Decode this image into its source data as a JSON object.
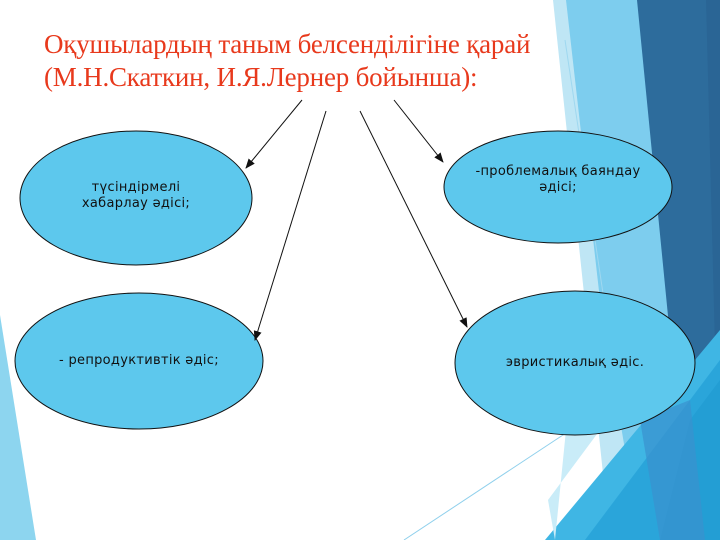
{
  "slide": {
    "title_line1": "Оқушылардың таным белсенділігіне қарай",
    "title_line2": "(М.Н.Скаткин, И.Я.Лернер бойынша):",
    "colors": {
      "title": "#e8391c",
      "ellipse_fill": "#5dc8ed",
      "ellipse_stroke": "#111111",
      "accent_light": "#7dcdee",
      "accent_dark": "#2d6c9c",
      "accent_mid": "#2aa5da"
    }
  },
  "diagram": {
    "nodes": [
      {
        "id": "top-left",
        "line1": "түсіндірмелі",
        "line2": "хабарлау әдісі;"
      },
      {
        "id": "top-right",
        "line1": "-проблемалық баяндау",
        "line2": "әдісі;"
      },
      {
        "id": "bottom-left",
        "line1": "- репродуктивтік әдіс;"
      },
      {
        "id": "bottom-right",
        "line1": "эвристикалық әдіс."
      }
    ]
  }
}
